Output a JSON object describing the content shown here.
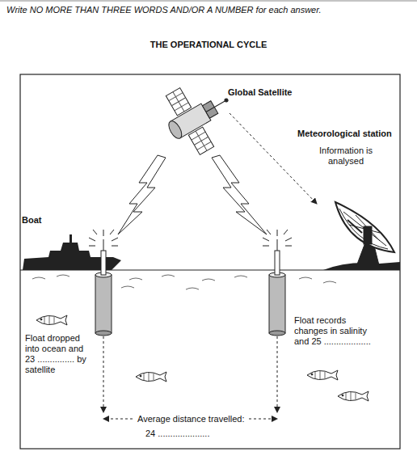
{
  "diagram": {
    "title": "THE OPERATIONAL CYCLE",
    "labels": [
      "Write NO MORE THAN THREE WORDS AND/OR A NUMBER for each answer.",
      "Global Satellite",
      "Meteorological station",
      "Information is analysed",
      "Boat",
      "Float dropped into ocean and 23 ............... by satellite",
      "Float records changes in salinity and 25 ...................",
      "Average distance travelled:",
      "24 ....................."
    ]
  }
}
